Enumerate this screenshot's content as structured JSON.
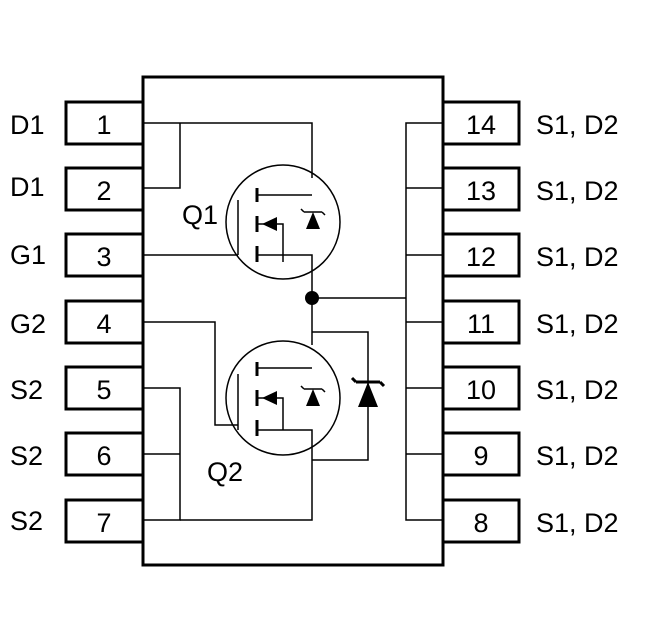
{
  "pins_left": [
    {
      "num": "1",
      "label": "D1"
    },
    {
      "num": "2",
      "label": "D1"
    },
    {
      "num": "3",
      "label": "G1"
    },
    {
      "num": "4",
      "label": "G2"
    },
    {
      "num": "5",
      "label": "S2"
    },
    {
      "num": "6",
      "label": "S2"
    },
    {
      "num": "7",
      "label": "S2"
    }
  ],
  "pins_right": [
    {
      "num": "14",
      "label": "S1, D2"
    },
    {
      "num": "13",
      "label": "S1, D2"
    },
    {
      "num": "12",
      "label": "S1, D2"
    },
    {
      "num": "11",
      "label": "S1, D2"
    },
    {
      "num": "10",
      "label": "S1, D2"
    },
    {
      "num": "9",
      "label": "S1, D2"
    },
    {
      "num": "8",
      "label": "S1, D2"
    }
  ],
  "transistors": {
    "q1_label": "Q1",
    "q2_label": "Q2"
  }
}
